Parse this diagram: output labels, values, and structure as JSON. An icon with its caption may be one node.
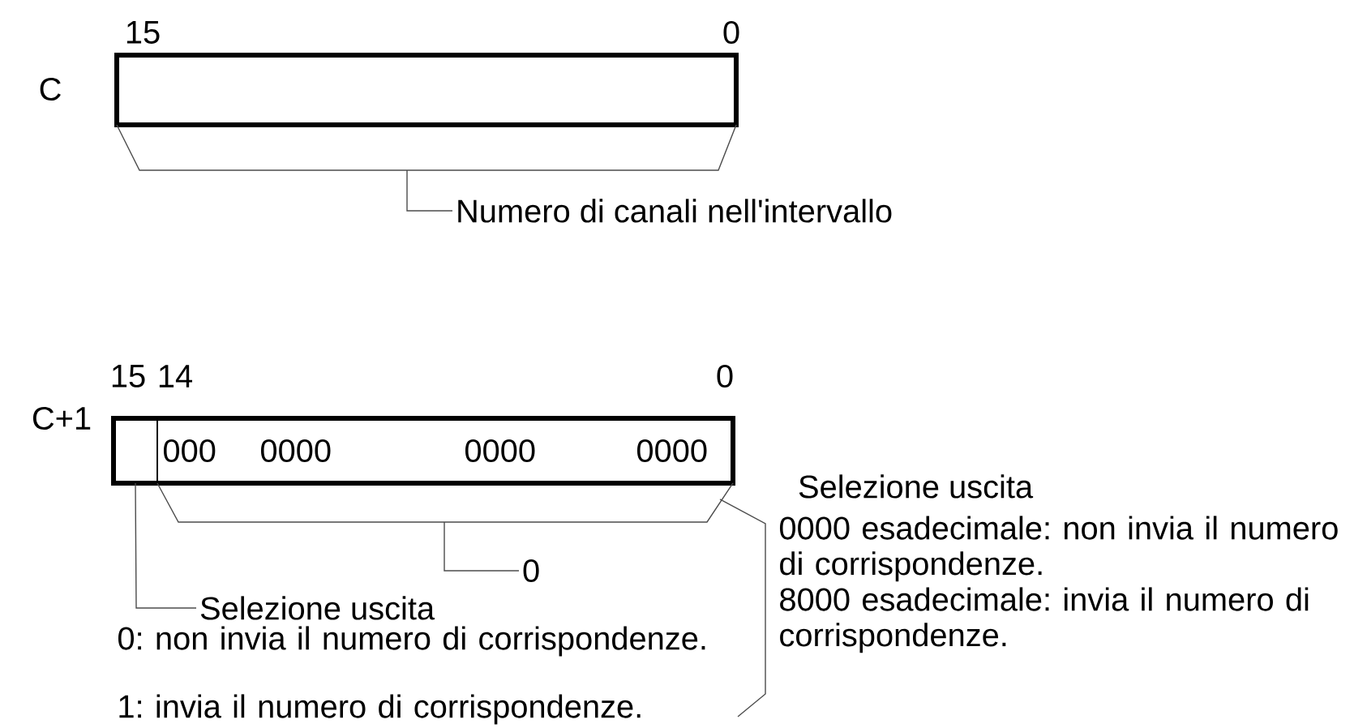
{
  "diagram": {
    "nodes": [
      {
        "text": [],
        "shape": "box",
        "beside": [
          "C",
          "15",
          "0"
        ]
      },
      {
        "text": [
          "Numero di canali nell'intervallo"
        ]
      },
      {
        "text": [],
        "shape": "box",
        "beside": [
          "C+1",
          "15",
          "14",
          "0"
        ]
      },
      {
        "text": [],
        "shape": "box",
        "in": 2
      },
      {
        "text": [
          "000",
          "0000",
          "0000",
          "0000"
        ],
        "in": 2
      },
      {
        "text": [
          "0"
        ]
      },
      {
        "text": [
          "Selezione uscita"
        ],
        "beside": [
          "0: non invia il numero di corrispondenze.",
          "1: invia il numero di corrispondenze."
        ]
      },
      {
        "text": [
          "Selezione uscita"
        ],
        "beside": [
          "0000 esadecimale: non invia il numero di corrispondenze.",
          "8000 esadecimale: invia il numero di corrispondenze."
        ]
      }
    ],
    "edges": [
      {
        "from": 1,
        "to": 0,
        "arrow": "none"
      },
      {
        "from": 5,
        "to": 4,
        "arrow": "none"
      },
      {
        "from": 6,
        "to": 3,
        "arrow": "none"
      }
    ]
  }
}
